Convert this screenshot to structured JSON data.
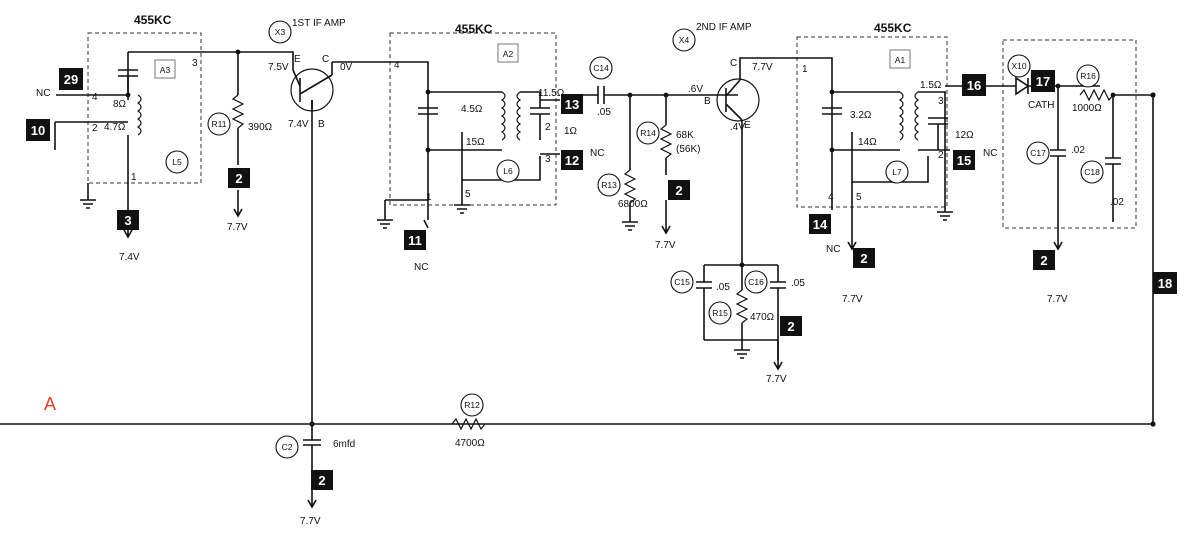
{
  "colors": {
    "line": "#111111",
    "marker": "#e8412c"
  },
  "stage_title": "455KC",
  "stages": [
    {
      "name": "1ST IF AMP",
      "tag": "X3"
    },
    {
      "name": "2ND IF AMP",
      "tag": "X4"
    }
  ],
  "transformers": [
    "A3",
    "A2",
    "A1"
  ],
  "coils": [
    "L5",
    "L6",
    "L7"
  ],
  "components": {
    "R11": "390Ω",
    "R12": "4700Ω",
    "R13": "6800Ω",
    "R14_a": "68K",
    "R14_b": "(56K)",
    "R15": "470Ω",
    "R16": "1000Ω",
    "C2": "6mfd",
    "C14": ".05",
    "C15": ".05",
    "C16": ".05",
    "C17": ".02",
    "C18": ".02",
    "X10": "CATH"
  },
  "refs": [
    "R11",
    "R12",
    "R13",
    "R14",
    "R15",
    "R16",
    "C2",
    "C14",
    "C15",
    "C16",
    "C17",
    "C18",
    "X10"
  ],
  "winding_values": {
    "L5": [
      "8Ω",
      "4.7Ω"
    ],
    "L6": [
      "4.5Ω",
      "15Ω",
      "11.5Ω",
      "1Ω"
    ],
    "L7": [
      "3.2Ω",
      "14Ω",
      "1.5Ω",
      "12Ω"
    ]
  },
  "voltages": {
    "x3_e": "7.5V",
    "x3_c": "0V",
    "x3_b": "7.4V",
    "x4_c": "7.7V",
    "x4_b": ".6V",
    "x4_e": ".4V",
    "supply": "7.7V",
    "l5_out": "7.4V"
  },
  "pins": [
    "1",
    "2",
    "3",
    "4",
    "5"
  ],
  "terminals": [
    "29",
    "10",
    "3",
    "2",
    "11",
    "13",
    "12",
    "14",
    "15",
    "16",
    "17",
    "18"
  ],
  "pin_labels": {
    "nc": "NC",
    "e": "E",
    "c": "C",
    "b": "B"
  },
  "section_marker": "A"
}
